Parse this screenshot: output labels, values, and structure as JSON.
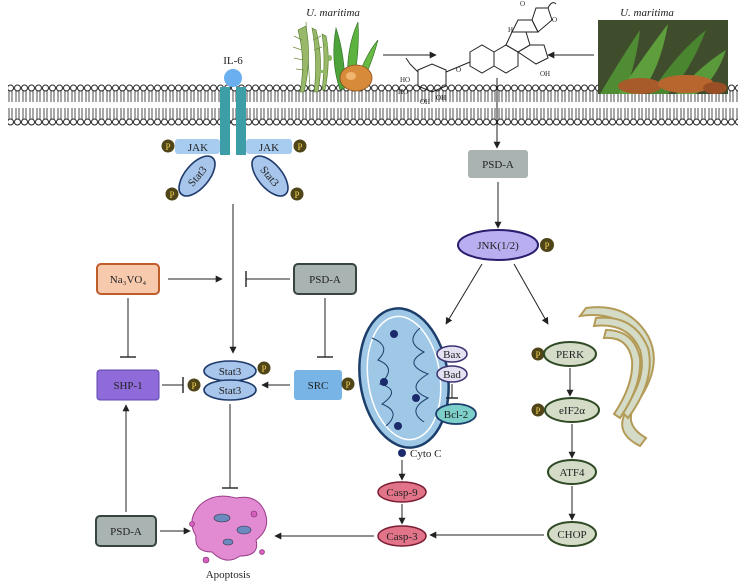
{
  "figure": {
    "source_plant_left": "U. maritima",
    "source_plant_right": "U. maritima",
    "receptor": "IL-6",
    "jak_left": "JAK",
    "jak_right": "JAK",
    "stat3_left": "Stat3",
    "stat3_right": "Stat3",
    "phospho": "P",
    "psd_a_top": "PSD-A",
    "jnk": "JNK(1/2)",
    "na3vo4": "Na₃VO₄",
    "psd_a_mid": "PSD-A",
    "shp1": "SHP-1",
    "stat3_dimer_top": "Stat3",
    "stat3_dimer_bottom": "Stat3",
    "src": "SRC",
    "psd_a_bottom": "PSD-A",
    "apoptosis": "Apoptosis",
    "bax": "Bax",
    "bad": "Bad",
    "bcl2": "Bcl-2",
    "cyto_c": "Cyto C",
    "casp9": "Casp-9",
    "casp3": "Casp-3",
    "perk": "PERK",
    "eif2a": "eIF2α",
    "atf4": "ATF4",
    "chop": "CHOP"
  },
  "colors": {
    "psd_a": "#a9b3b2",
    "jnk": "#b9aef0",
    "na3vo4": "#f7c9ad",
    "shp1": "#8f6bd9",
    "src": "#79b4e6",
    "stat3": "#a8c6ec",
    "jak": "#a8ccf0",
    "receptor": "#3e9ea8",
    "il6": "#6aaff0",
    "phospho": "#4f4519",
    "casp": "#e2748a",
    "er_box": "#d4dcc8",
    "mito": "#9fc8e6",
    "bcl2": "#7dcfc9",
    "bax": "#e4e1f3"
  }
}
